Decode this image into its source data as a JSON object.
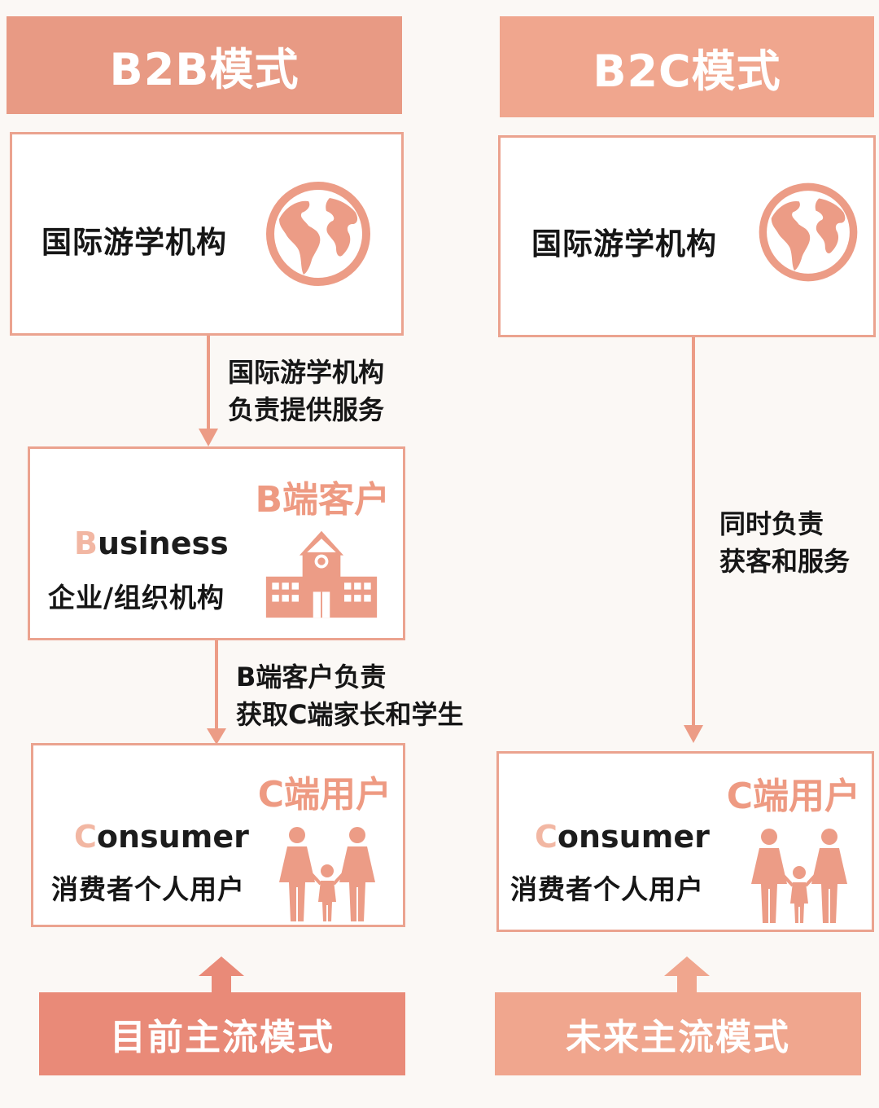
{
  "b2b": {
    "header": "B2B模式",
    "agency_label": "国际游学机构",
    "arrow1_note": [
      "国际游学机构",
      "负责提供服务"
    ],
    "b_client": {
      "title": "B端客户",
      "english_initial": "B",
      "english_rest": "usiness",
      "subtitle": "企业/组织机构"
    },
    "arrow2_note": [
      "B端客户负责",
      "获取C端家长和学生"
    ],
    "c_user": {
      "title": "C端用户",
      "english_initial": "C",
      "english_rest": "onsumer",
      "subtitle": "消费者个人用户"
    },
    "footer": "目前主流模式"
  },
  "b2c": {
    "header": "B2C模式",
    "agency_label": "国际游学机构",
    "arrow_note": [
      "同时负责",
      "获客和服务"
    ],
    "c_user": {
      "title": "C端用户",
      "english_initial": "C",
      "english_rest": "onsumer",
      "subtitle": "消费者个人用户"
    },
    "footer": "未来主流模式"
  },
  "icons": {
    "globe": "globe-icon",
    "school": "school-building-icon",
    "family": "family-icon"
  },
  "colors": {
    "accent": "#ec9c86",
    "header_left": "#e89a84",
    "header_right": "#f0a68e",
    "footer_left": "#e98a78",
    "footer_right": "#f0a68e",
    "card_border": "#eba38f",
    "text": "#161616"
  }
}
